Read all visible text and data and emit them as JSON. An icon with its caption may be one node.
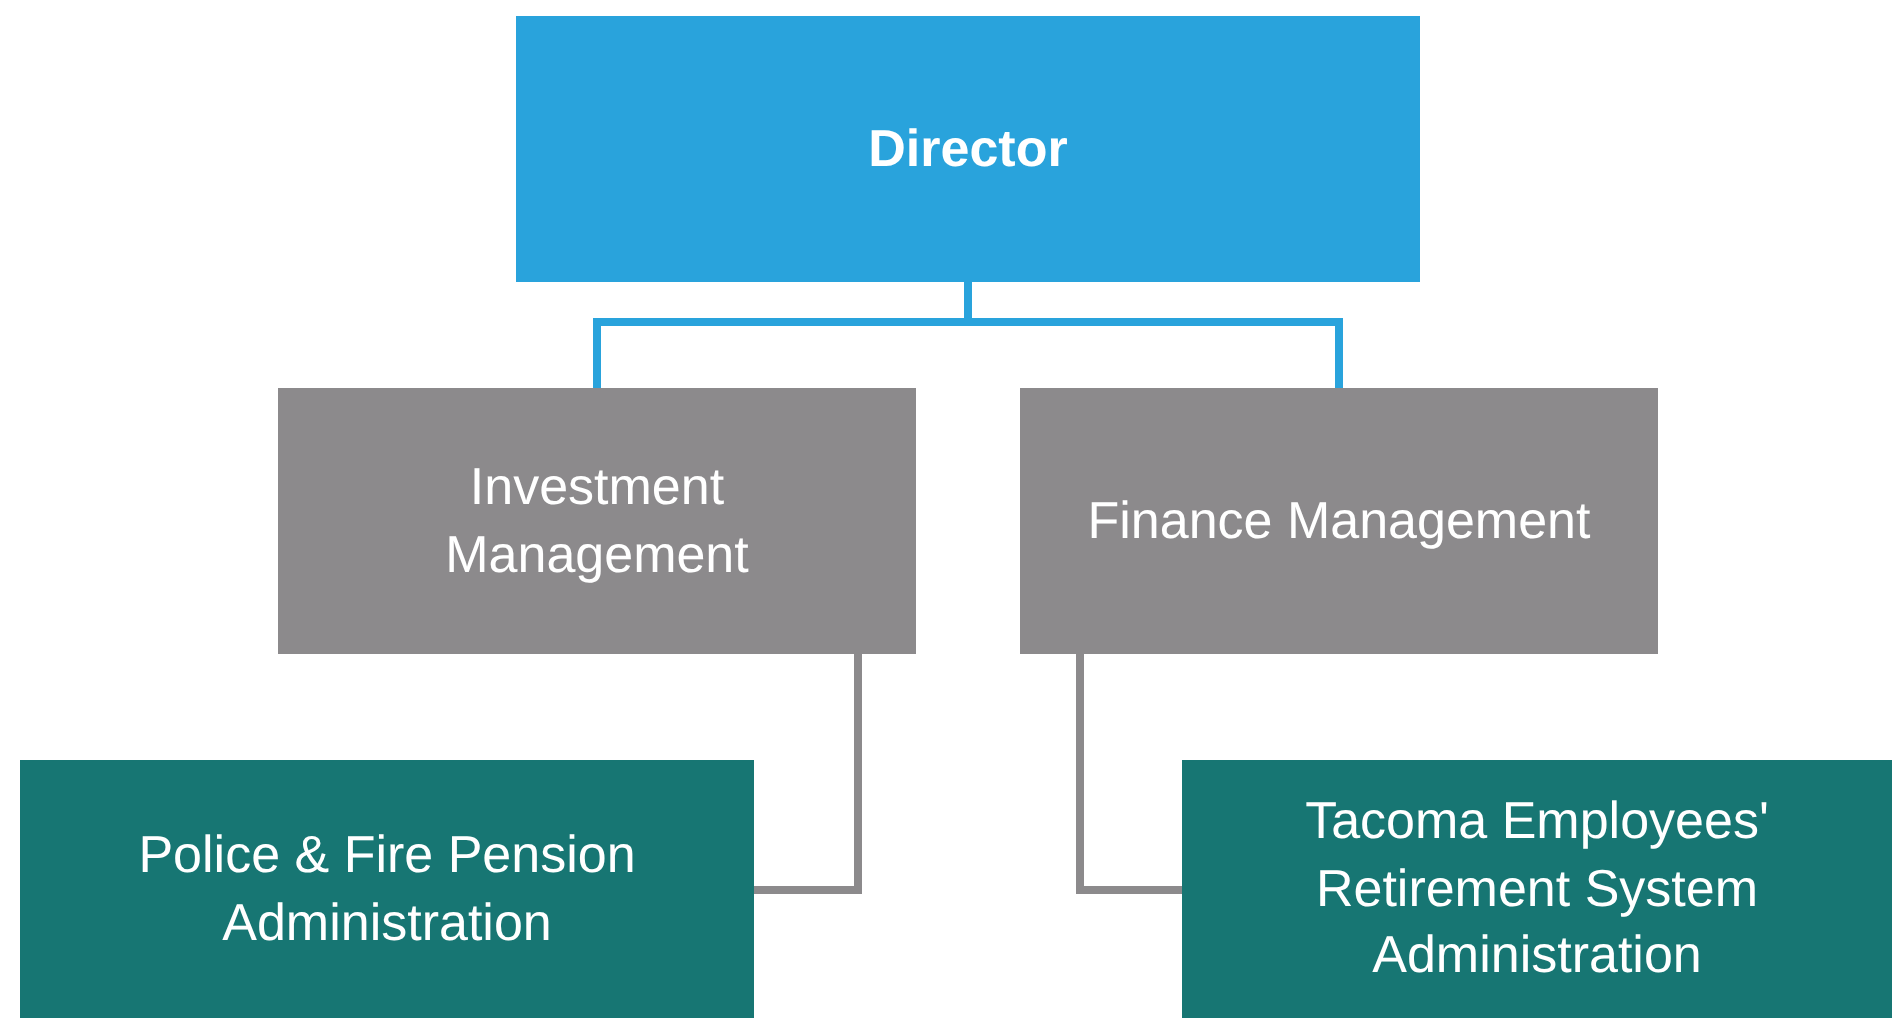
{
  "diagram": {
    "nodes": [
      {
        "text": [
          "Director"
        ]
      },
      {
        "text": [
          "Investment Management"
        ]
      },
      {
        "text": [
          "Finance Management"
        ]
      },
      {
        "text": [
          "Police & Fire Pension Administration"
        ]
      },
      {
        "text": [
          "Tacoma Employees' Retirement System Administration"
        ]
      }
    ],
    "edges": [
      {
        "from": 0,
        "to": 1,
        "arrow": "none",
        "color": "#29a3dc"
      },
      {
        "from": 0,
        "to": 2,
        "arrow": "none",
        "color": "#29a3dc"
      },
      {
        "from": 1,
        "to": 3,
        "arrow": "none",
        "color": "#8c8a8c"
      },
      {
        "from": 2,
        "to": 4,
        "arrow": "none",
        "color": "#8c8a8c"
      }
    ]
  }
}
